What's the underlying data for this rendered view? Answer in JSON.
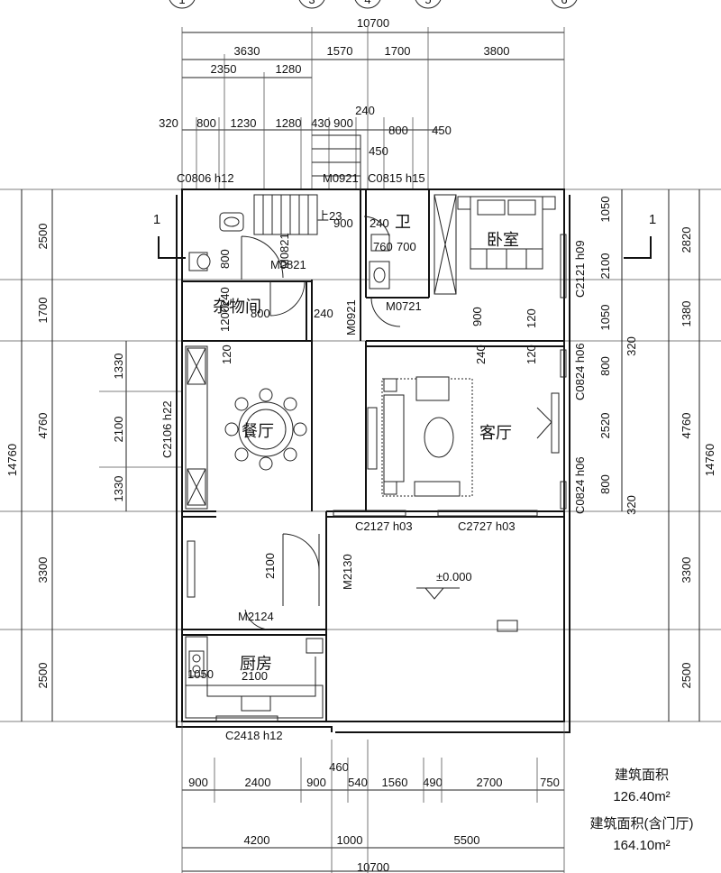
{
  "axis_bubbles": [
    "1",
    "3",
    "4",
    "5",
    "6"
  ],
  "top_dims": {
    "overall": "10700",
    "row2": [
      "3630",
      "1570",
      "1700",
      "3800"
    ],
    "row3": [
      "2350",
      "1280"
    ],
    "row4": [
      "320",
      "800",
      "1230",
      "1280",
      "430",
      "900",
      "240",
      "800",
      "450",
      "450"
    ]
  },
  "bottom_dims": {
    "row1": [
      "900",
      "2400",
      "900",
      "460",
      "540",
      "1560",
      "490",
      "2700",
      "750"
    ],
    "row2": [
      "4200",
      "1000",
      "5500"
    ],
    "overall": "10700"
  },
  "left_dims": {
    "segments": [
      "2500",
      "1700",
      "4760",
      "3300",
      "2500"
    ],
    "overall": "14760",
    "window_sub": [
      "1330",
      "2100",
      "1330"
    ]
  },
  "right_dims": {
    "inner": [
      "1050",
      "2100",
      "1050",
      "800",
      "2520",
      "800",
      "320"
    ],
    "outer": [
      "2820",
      "1380",
      "4760",
      "3300",
      "2500"
    ],
    "overall": "14760"
  },
  "section_marks": [
    "1",
    "1"
  ],
  "rooms": {
    "storage": "杂物间",
    "dining": "餐厅",
    "bathroom": "卫",
    "bedroom": "卧室",
    "living": "客厅",
    "kitchen": "厨房"
  },
  "openings": {
    "c0806": "C0806 h12",
    "m0921a": "M0921",
    "c0815": "C0815 h15",
    "m0821a": "M0821",
    "m0821b": "M0821",
    "m0921b": "M0921",
    "m0721": "M0721",
    "c2121": "C2121 h09",
    "c0824a": "C0824 h06",
    "c0824b": "C0824 h06",
    "c2106": "C2106 h22",
    "c2127": "C2127 h03",
    "c2727": "C2727 h03",
    "m2130": "M2130",
    "m2124": "M2124",
    "c2418": "C2418 h12"
  },
  "inner_dims": {
    "stair_up": "上23",
    "d900a": "900",
    "d240a": "240",
    "d760": "760",
    "d700": "700",
    "d800a": "800",
    "d1200": "1200",
    "d240b": "240",
    "d800b": "800",
    "d240c": "240",
    "d900b": "900",
    "d120a": "120",
    "d120b": "120",
    "d240d": "240",
    "d120c": "120",
    "d2100a": "2100",
    "d1050": "1050",
    "d2100b": "2100"
  },
  "level": "±0.000",
  "area": {
    "label1": "建筑面积",
    "value1": "126.40m²",
    "label2": "建筑面积(含门厅)",
    "value2": "164.10m²"
  }
}
